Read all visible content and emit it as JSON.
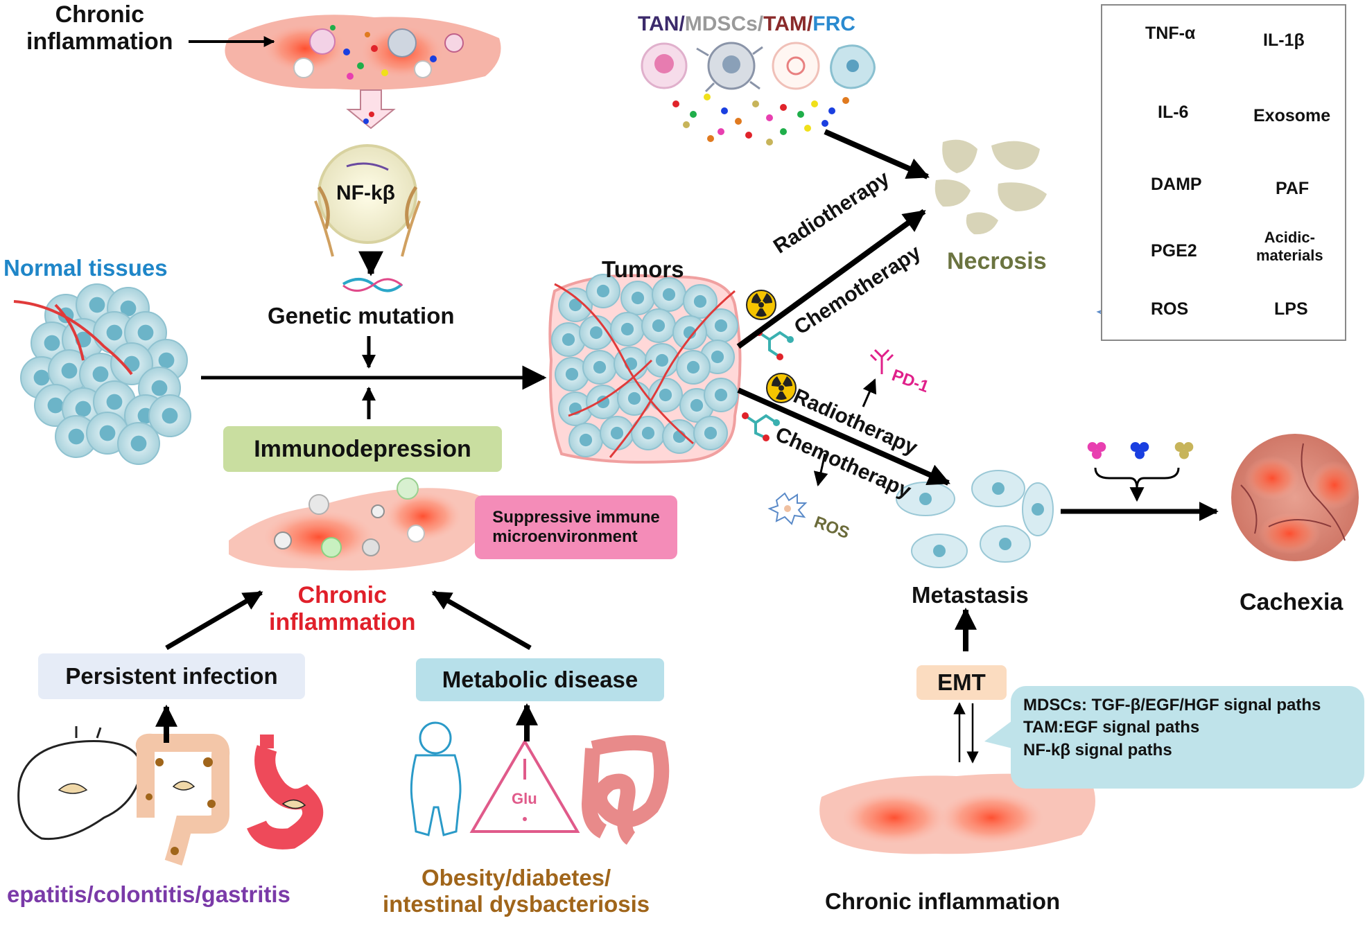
{
  "labels": {
    "chronic_inflammation_top": "Chronic\ninflammation",
    "nfkb": "NF-kβ",
    "genetic_mutation": "Genetic mutation",
    "normal_tissues": "Normal tissues",
    "tumors": "Tumors",
    "immunodepression": "Immunodepression",
    "suppressive_immune": "Suppressive immune\nmicroenvironment",
    "chronic_inflammation_mid": "Chronic\ninflammation",
    "persistent_infection": "Persistent infection",
    "metabolic_disease": "Metabolic disease",
    "glu": "Glu",
    "infection_examples": "epatitis/colontitis/gastritis",
    "metabolic_examples": "Obesity/diabetes/\nintestinal dysbacteriosis",
    "tan": "TAN",
    "mdscs": "MDSCs",
    "tam": "TAM",
    "frc": "FRC",
    "slash": "/",
    "necrosis": "Necrosis",
    "radiotherapy_upper": "Radiotherapy",
    "chemotherapy_upper": "Chemotherapy",
    "radiotherapy_lower": "Radiotherapy",
    "chemotherapy_lower": "Chemotherapy",
    "pd1": "PD-1",
    "ros": "ROS",
    "metastasis": "Metastasis",
    "cachexia": "Cachexia",
    "emt": "EMT",
    "chronic_inflammation_bottom": "Chronic inflammation"
  },
  "callout": [
    "MDSCs: TGF-β/EGF/HGF signal paths",
    "TAM:EGF signal paths",
    "NF-kβ signal paths"
  ],
  "legend": [
    {
      "label": "TNF-α",
      "color": "#e83fb0",
      "type": "triple"
    },
    {
      "label": "IL-1β",
      "color": "#1a3fe0",
      "type": "triple"
    },
    {
      "label": "IL-6",
      "color": "#c7b45a",
      "type": "triple"
    },
    {
      "label": "Exosome",
      "color": "#e07a1f",
      "type": "triple"
    },
    {
      "label": "DAMP",
      "color": "#1f63c4",
      "type": "triple"
    },
    {
      "label": "PAF",
      "color": "#1fae4a",
      "type": "triple"
    },
    {
      "label": "PGE2",
      "color": "#e0232a",
      "type": "triple"
    },
    {
      "label": "Acidic-\nmaterials",
      "color": "#f0e01a",
      "type": "triple"
    },
    {
      "label": "ROS",
      "color": "#6fa3d8",
      "type": "burst"
    },
    {
      "label": "LPS",
      "color": "#6ac04a",
      "type": "ring"
    }
  ],
  "colors": {
    "normal_tissues": "#1f86c8",
    "necrosis": "#6b7440",
    "chronic_mid": "#e0202a",
    "infection_examples": "#7a3aa8",
    "metabolic_examples": "#a0651a",
    "tan": "#3b2a6b",
    "mdscs": "#9a9a9a",
    "tam": "#8a2a2a",
    "frc": "#2a8ad0",
    "pd1": "#e0208a",
    "ros_text": "#6b6b3a",
    "immunodepression_bg": "#c9dea0",
    "suppressive_bg": "#f48cb8",
    "infection_bg": "#e6ecf7",
    "metabolic_bg": "#b7e0ea",
    "emt_bg": "#fbdcc0",
    "callout_bg": "#bfe3ea"
  }
}
